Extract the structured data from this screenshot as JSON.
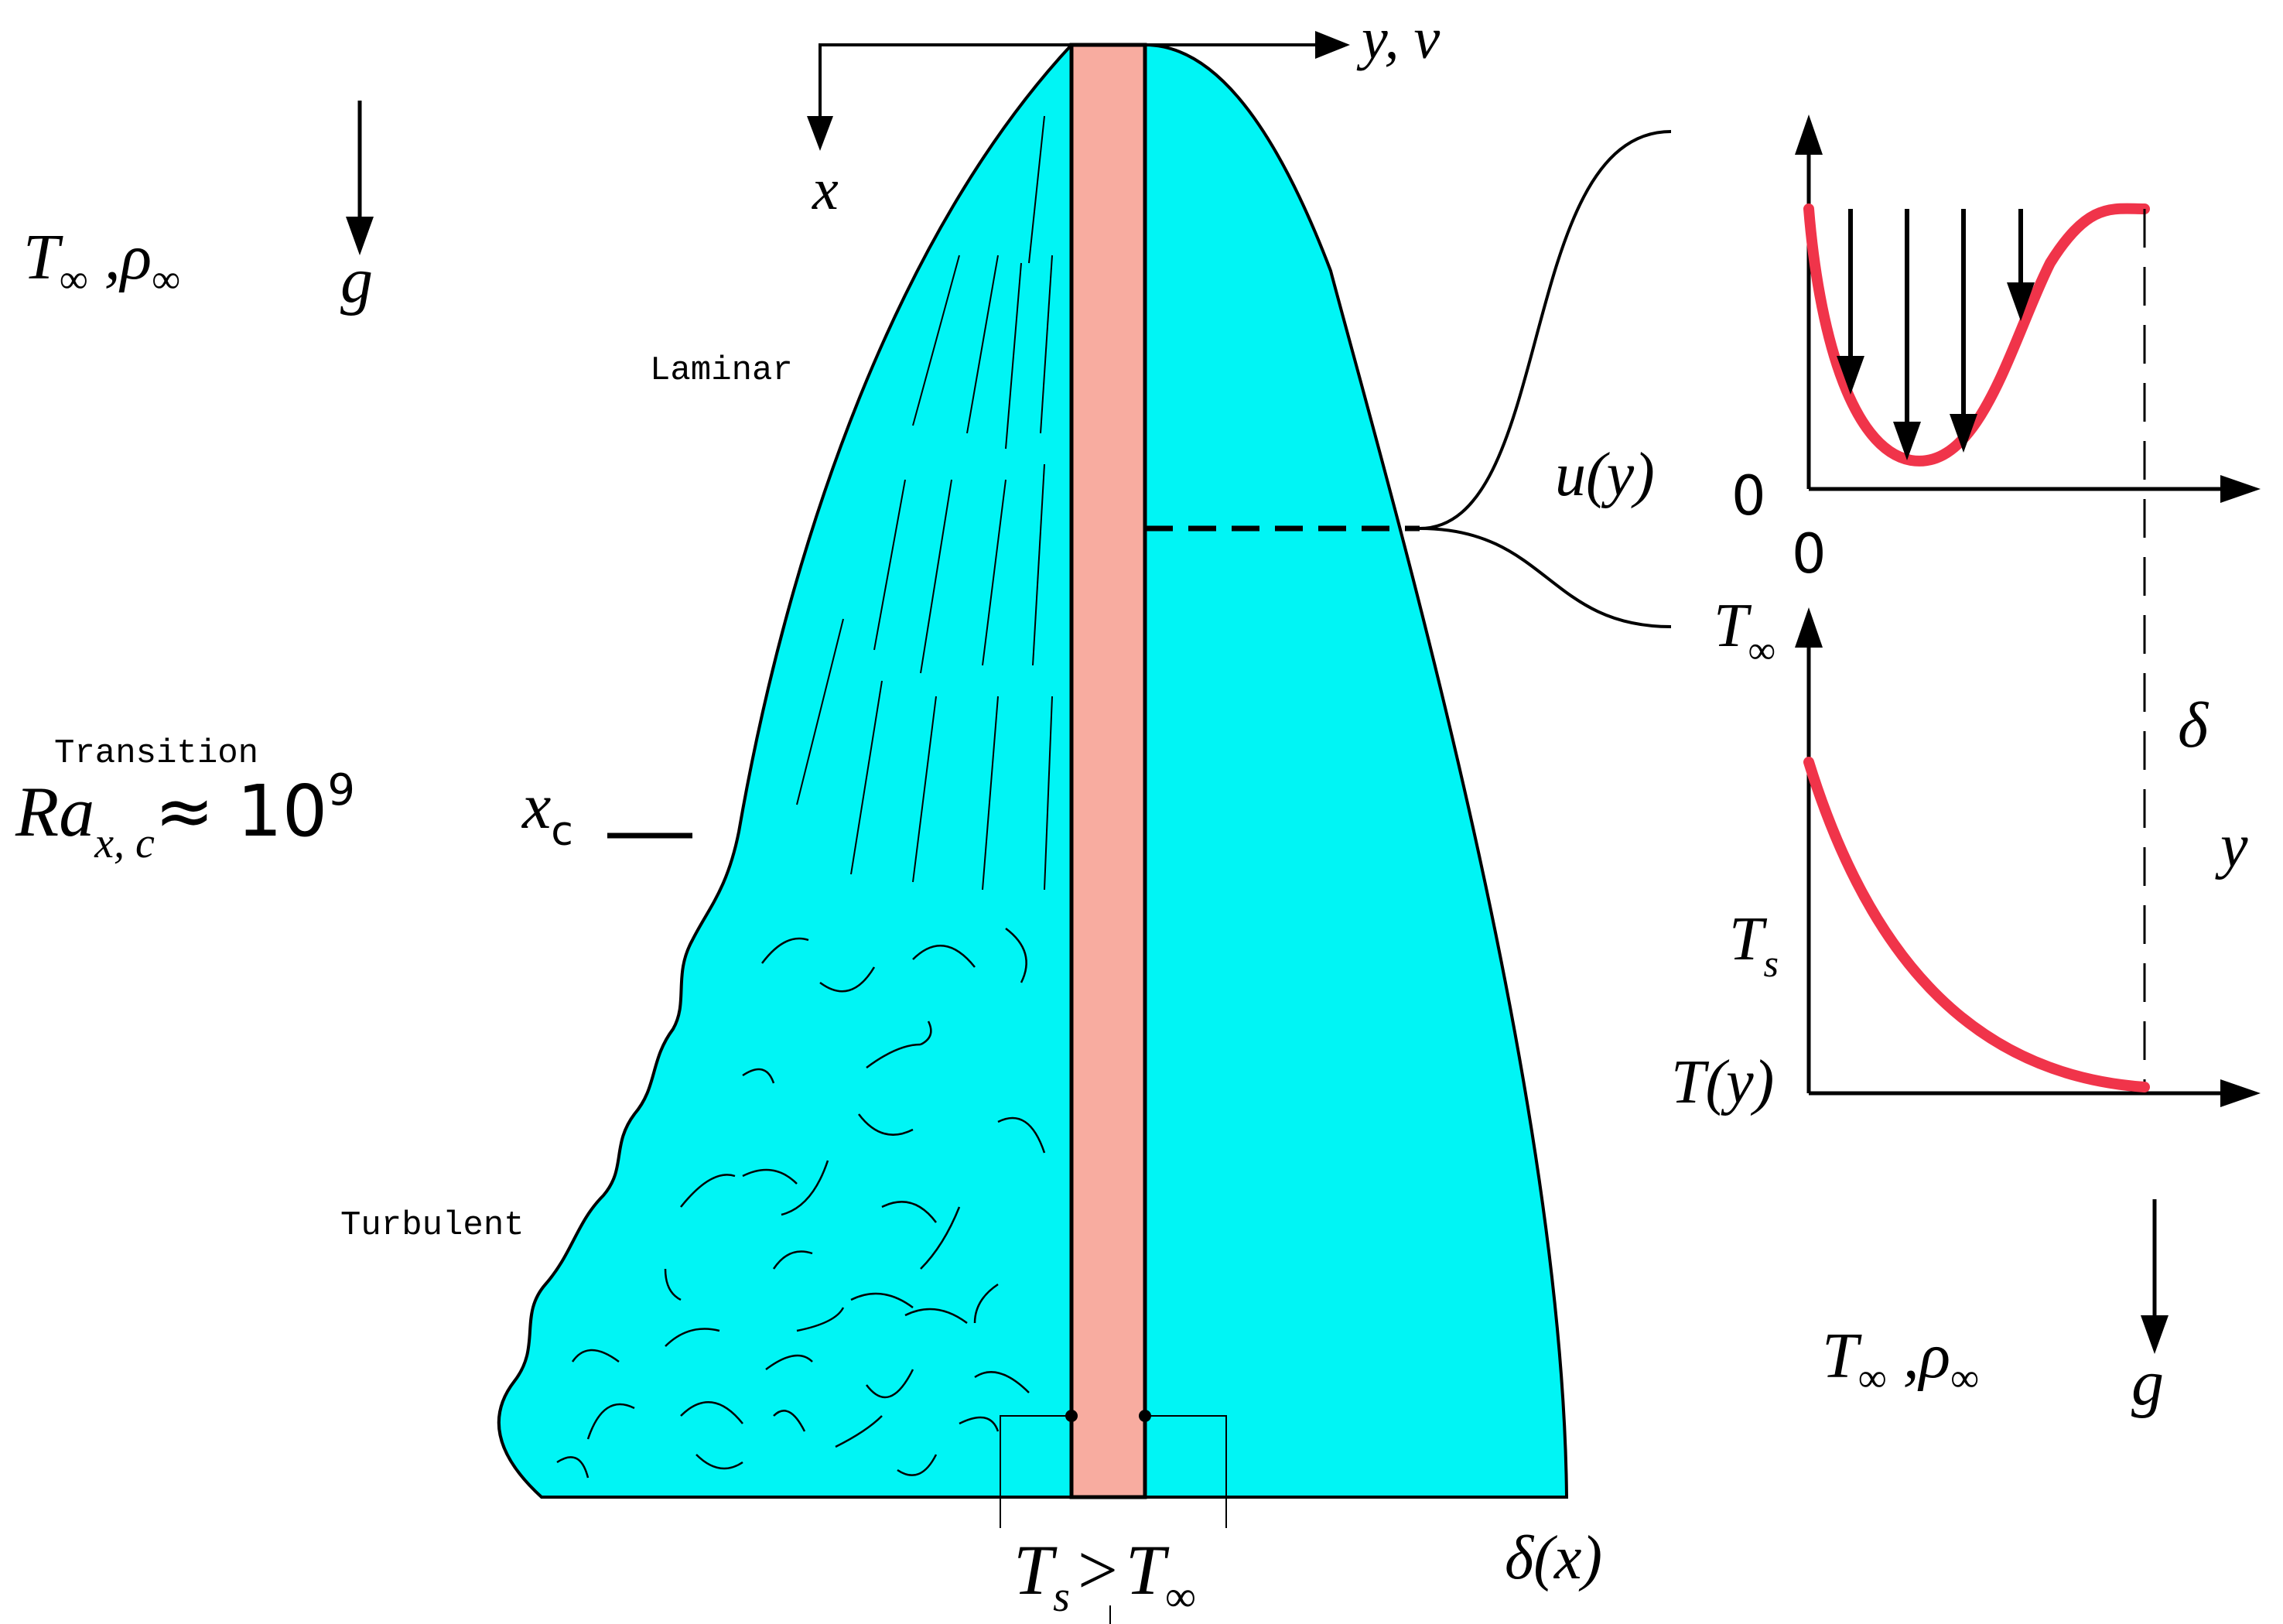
{
  "labels": {
    "ambient_left": {
      "T": "T",
      "T_sub": "∞",
      "sep": " ,",
      "rho": "ρ",
      "rho_sub": "∞"
    },
    "gravity_left": "g",
    "axis_y": "y, v",
    "axis_x": "x",
    "laminar": "Laminar",
    "transition": "Transition",
    "ra_crit": {
      "Ra": "Ra",
      "sub": "x, c",
      "approx": "≈ 10",
      "exp": "9"
    },
    "xc": {
      "x": "x",
      "sub": "c"
    },
    "turbulent": "Turbulent",
    "surface_temp": {
      "Ts": "T",
      "Ts_sub": "s",
      "gt": ">",
      "Tinf": "T",
      "Tinf_sub": "∞"
    },
    "delta_x": "δ(x)",
    "u_y": "u(y)",
    "zero_u": "0",
    "zero_y": "0",
    "T_inf_axis": {
      "T": "T",
      "sub": "∞"
    },
    "T_s_axis": {
      "T": "T",
      "sub": "s"
    },
    "T_y": "T(y)",
    "delta": "δ",
    "y_label": "y",
    "ambient_right": {
      "T": "T",
      "T_sub": "∞",
      "sep": " ,",
      "rho": "ρ",
      "rho_sub": "∞"
    },
    "gravity_right": "g"
  },
  "colors": {
    "fluid": "#00f5f5",
    "plate": "#f8aca0",
    "profile": "#f0344a",
    "line": "#000000"
  }
}
